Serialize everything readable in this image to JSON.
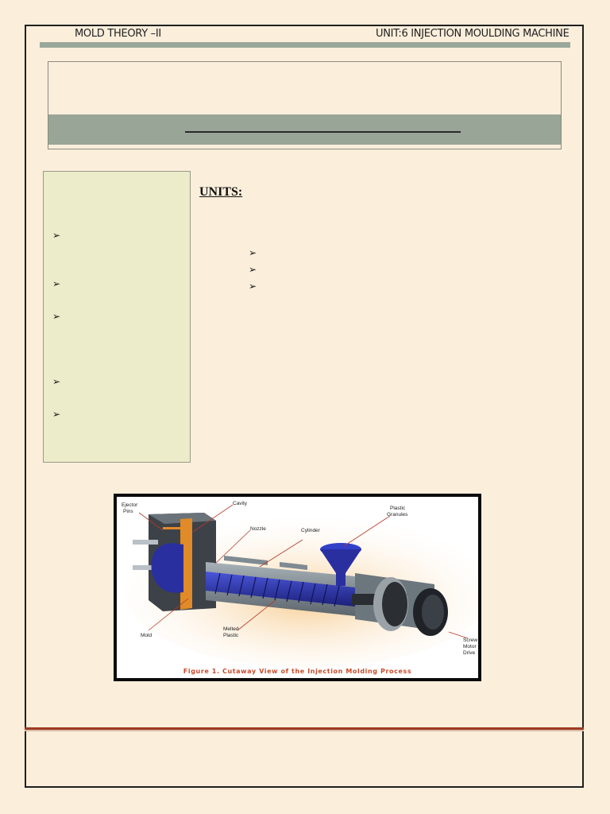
{
  "header": {
    "left": "MOLD THEORY –II",
    "right": "UNIT:6 INJECTION MOULDING MACHINE"
  },
  "sidebar": {
    "bullet_glyph": "➢",
    "bullet_count": 5
  },
  "main": {
    "units_heading": "UNITS:",
    "bullet_count": 3
  },
  "figure": {
    "labels": {
      "ejector_pins": [
        "Ejector",
        "Pins"
      ],
      "cavity": "Cavity",
      "nozzle": "Nozzle",
      "cylinder": "Cylinder",
      "plastic_granules": [
        "Plastic",
        "Granules"
      ],
      "mold": "Mold",
      "melted_plastic": [
        "Melted",
        "Plastic"
      ],
      "screw_motor_drive": [
        "Screw",
        "Motor",
        "Drive"
      ]
    },
    "caption": "Figure 1. Cutaway View of the Injection Molding Process",
    "colors": {
      "screw": "#2a2fa0",
      "mold_plate": "#e08a28",
      "barrel": "#7f8a92",
      "caption": "#c94a2a"
    }
  },
  "colors": {
    "page_bg": "#fbeedb",
    "accent_band": "#98a597",
    "sidebar_bg": "#ecebca",
    "footer_rule": "#9b3a22"
  }
}
